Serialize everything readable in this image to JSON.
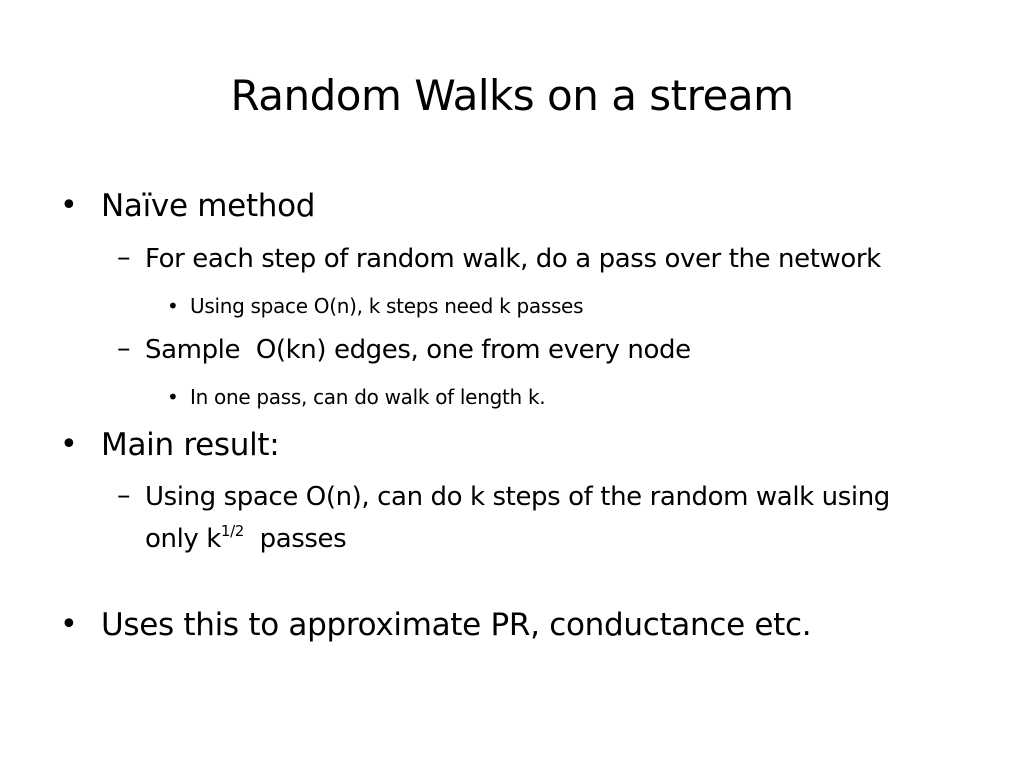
{
  "slide": {
    "title": "Random Walks on a stream",
    "bullet_l1": "•",
    "dash": "–",
    "bullet_l3": "•",
    "items": {
      "naive": "Naïve method",
      "foreach": "For each step of random walk, do a pass over the network",
      "using_space": "Using space O(n), k steps need k passes",
      "sample": "Sample  O(kn) edges, one from every node",
      "one_pass": "In one pass, can do walk of length k.",
      "main_result": "Main result:",
      "using_space2_line1": "Using space O(n), can do k steps of the random walk using",
      "using_space2_line2_pre": "only k",
      "using_space2_exp": "1/2",
      "using_space2_line2_post": "  passes",
      "uses": "Uses this to approximate PR, conductance etc."
    }
  }
}
